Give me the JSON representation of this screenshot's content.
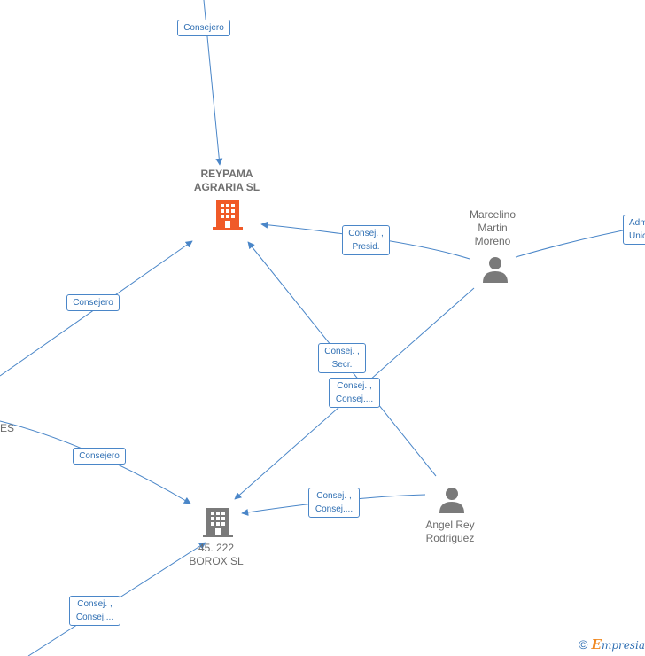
{
  "nodes": {
    "reypama": {
      "name": "REYPAMA\nAGRARIA  SL",
      "type": "company",
      "color": "#f05a28"
    },
    "borox": {
      "name": "45. 222\nBOROX  SL",
      "type": "company",
      "color": "#7a7a7a"
    },
    "marcelino": {
      "name": "Marcelino\nMartin\nMoreno",
      "type": "person"
    },
    "angel": {
      "name": "Angel Rey\nRodriguez",
      "type": "person"
    },
    "offscreen_left": {
      "name": "ES"
    }
  },
  "edges": {
    "top_consejero": "Consejero",
    "marcelino_reypama": "Consej. ,\nPresid.",
    "marcelino_right": "Adm\nUnic",
    "left_reypama": "Consejero",
    "angel_reypama": "Consej. ,\nSecr.",
    "marcelino_borox": "Consej. ,\nConsej....",
    "left_borox": "Consejero",
    "angel_borox": "Consej. ,\nConsej....",
    "bottom_borox": "Consej. ,\nConsej...."
  },
  "colors": {
    "edge": "#4a86c8",
    "label_text": "#2f6fb3",
    "person": "#7a7a7a"
  },
  "footer": {
    "copyright": "©",
    "brand_first": "E",
    "brand_rest": "mpresia"
  }
}
